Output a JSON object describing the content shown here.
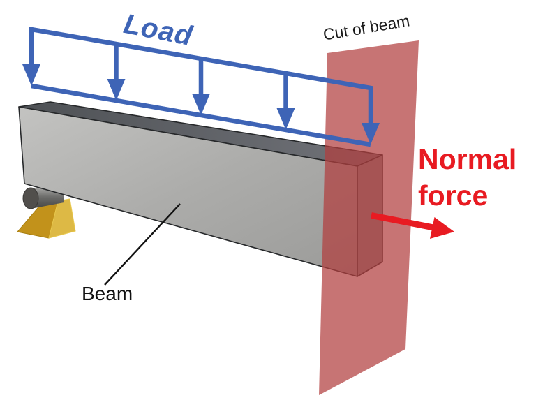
{
  "labels": {
    "load": "Load",
    "cut_of_beam": "Cut of beam",
    "beam": "Beam",
    "normal_force_line1": "Normal",
    "normal_force_line2": "force"
  },
  "colors": {
    "load_arrow_blue": "#3E64B6",
    "normal_force_red": "#E81B22",
    "cut_plane_red": "#B23E3E",
    "beam_front_gray": "#A9A9A7",
    "beam_top_gray": "#54575B",
    "beam_end_gray": "#8A8C8E",
    "support_wedge_gold_front": "#C2921B",
    "support_wedge_gold_side": "#DDB945",
    "roller_end_gray": "#514F4C",
    "label_black": "#1A1A1A"
  }
}
